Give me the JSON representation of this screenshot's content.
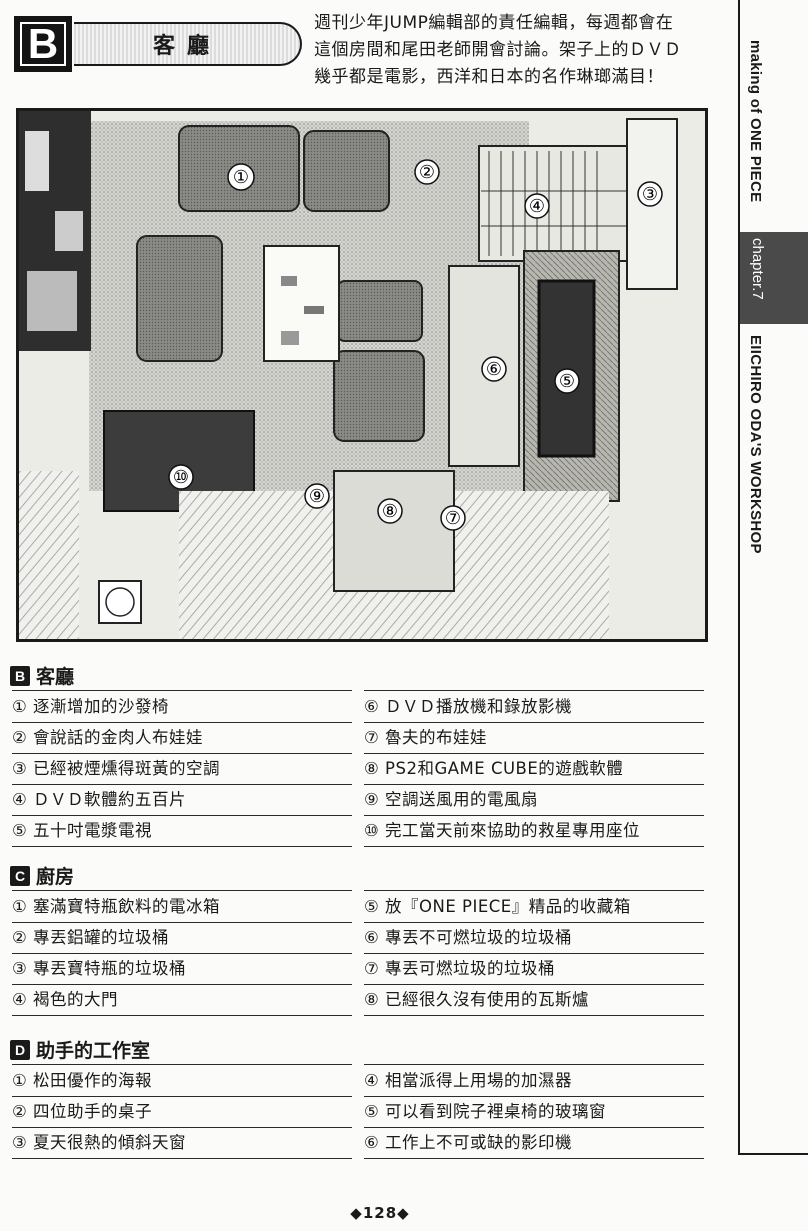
{
  "header": {
    "badge": "B",
    "title": "客廳",
    "intro": [
      "週刊少年JUMP編輯部的責任編輯，每週都會在",
      "這個房間和尾田老師開會討論。架子上的ＤＶＤ",
      "幾乎都是電影，西洋和日本的名作琳瑯滿目！"
    ]
  },
  "side": {
    "making": "making of ONE PIECE",
    "chapter": "chapter.7",
    "workshop": "EIICHIRO ODA'S WORKSHOP"
  },
  "illustration": {
    "markers": [
      "①",
      "②",
      "③",
      "④",
      "⑤",
      "⑥",
      "⑦",
      "⑧",
      "⑨",
      "⑩"
    ]
  },
  "sections": [
    {
      "badge": "B",
      "title": "客廳",
      "left": [
        "① 逐漸增加的沙發椅",
        "② 會說話的金肉人布娃娃",
        "③ 已經被煙燻得斑黃的空調",
        "④ ＤＶＤ軟體約五百片",
        "⑤ 五十吋電漿電視"
      ],
      "right": [
        "⑥ ＤＶＤ播放機和錄放影機",
        "⑦ 魯夫的布娃娃",
        "⑧ PS2和GAME CUBE的遊戲軟體",
        "⑨ 空調送風用的電風扇",
        "⑩ 完工當天前來協助的救星專用座位"
      ]
    },
    {
      "badge": "C",
      "title": "廚房",
      "left": [
        "① 塞滿寶特瓶飲料的電冰箱",
        "② 專丟鋁罐的垃圾桶",
        "③ 專丟寶特瓶的垃圾桶",
        "④ 褐色的大門"
      ],
      "right": [
        "⑤ 放『ONE PIECE』精品的收藏箱",
        "⑥ 專丟不可燃垃圾的垃圾桶",
        "⑦ 專丟可燃垃圾的垃圾桶",
        "⑧ 已經很久沒有使用的瓦斯爐"
      ]
    },
    {
      "badge": "D",
      "title": "助手的工作室",
      "left": [
        "① 松田優作的海報",
        "② 四位助手的桌子",
        "③ 夏天很熱的傾斜天窗"
      ],
      "right": [
        "④ 相當派得上用場的加濕器",
        "⑤ 可以看到院子裡桌椅的玻璃窗",
        "⑥ 工作上不可或缺的影印機"
      ]
    }
  ],
  "page_number": "◆128◆"
}
